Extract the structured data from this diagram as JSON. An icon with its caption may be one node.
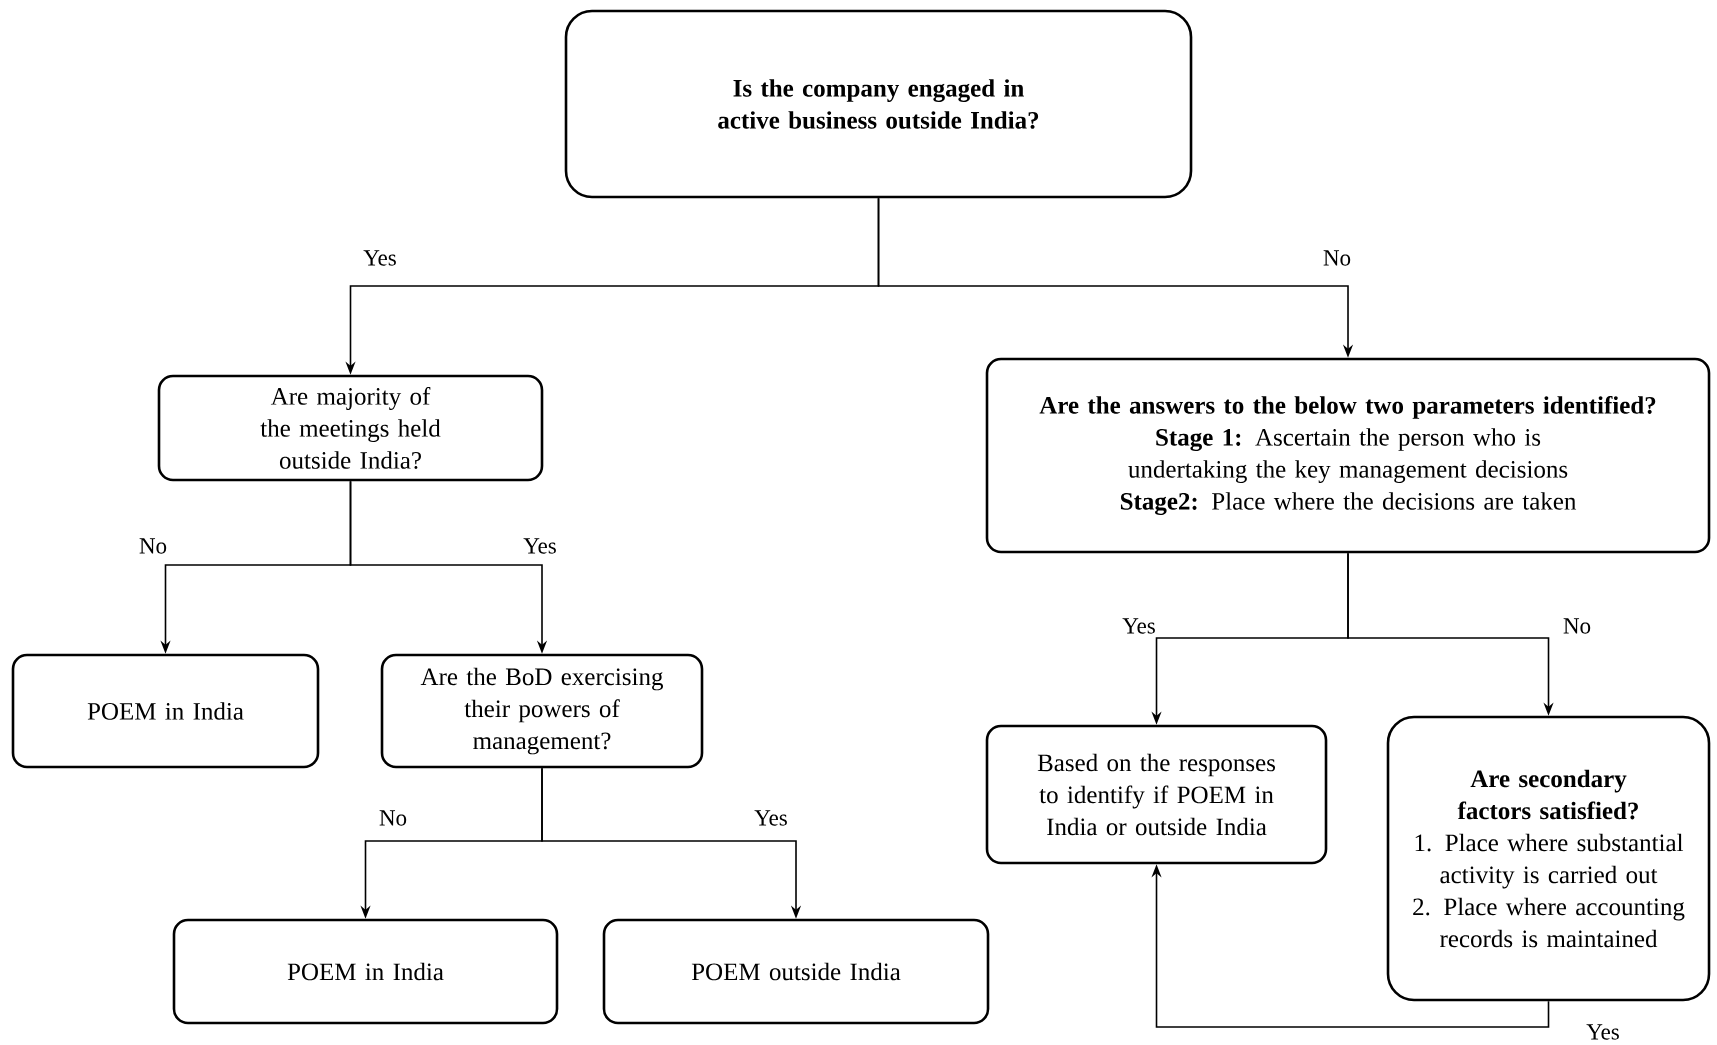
{
  "diagram": {
    "nodes": [
      {
        "text": [
          "Is the company engaged in active business outside India?"
        ]
      },
      {
        "text": [
          "Are majority of the meetings held outside India?"
        ]
      },
      {
        "text": [
          "POEM in India"
        ]
      },
      {
        "text": [
          "Are the BoD exercising their powers of management?"
        ]
      },
      {
        "text": [
          "POEM in India"
        ]
      },
      {
        "text": [
          "POEM outside India"
        ]
      },
      {
        "text": [
          "Are the answers to the below two parameters identified?",
          "**Stage 1:** Ascertain the person who is undertaking the key management decisions",
          "**Stage2:** Place where the decisions are taken"
        ]
      },
      {
        "text": [
          "Based on the responses to identify if POEM in India or outside India"
        ]
      },
      {
        "text": [
          "Are secondary factors satisfied?",
          "1. Place where substantial activity is carried out",
          "2. Place where accounting records is maintained"
        ]
      }
    ],
    "edges": [
      {
        "from": 0,
        "to": 1,
        "arrow": "to",
        "label": "Yes"
      },
      {
        "from": 0,
        "to": 6,
        "arrow": "to",
        "label": "No"
      },
      {
        "from": 1,
        "to": 2,
        "arrow": "to",
        "label": "No"
      },
      {
        "from": 1,
        "to": 3,
        "arrow": "to",
        "label": "Yes"
      },
      {
        "from": 3,
        "to": 4,
        "arrow": "to",
        "label": "No"
      },
      {
        "from": 3,
        "to": 5,
        "arrow": "to",
        "label": "Yes"
      },
      {
        "from": 6,
        "to": 7,
        "arrow": "to",
        "label": "Yes"
      },
      {
        "from": 6,
        "to": 8,
        "arrow": "to",
        "label": "No"
      },
      {
        "from": 8,
        "to": 7,
        "arrow": "to",
        "label": "Yes"
      }
    ]
  }
}
